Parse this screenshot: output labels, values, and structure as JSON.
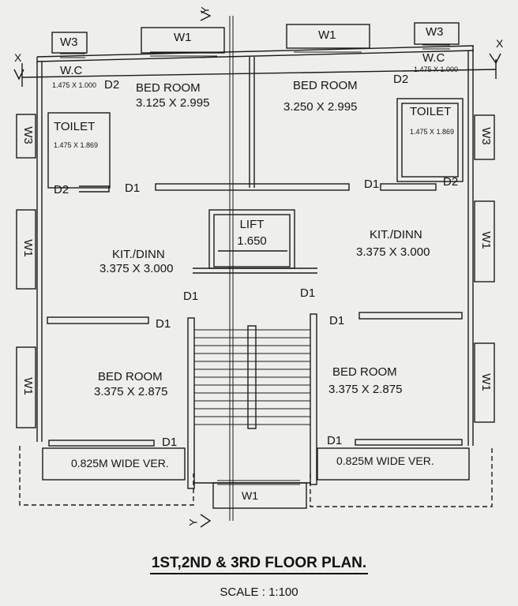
{
  "plan": {
    "title": "1ST,2ND & 3RD  FLOOR PLAN.",
    "scale": "SCALE : 1:100",
    "section_marks": {
      "x_left": "X",
      "x_right": "X",
      "y_top": "Y",
      "y_bottom": "Y"
    },
    "rooms": {
      "bed_room_tl": {
        "name": "BED ROOM",
        "size": "3.125 X 2.995"
      },
      "bed_room_tr": {
        "name": "BED ROOM",
        "size": "3.250 X 2.995"
      },
      "wc_left": {
        "name": "W.C",
        "size": "1.475 X 1.000"
      },
      "wc_right": {
        "name": "W.C",
        "size": "1.475 X 1.000"
      },
      "toilet_left": {
        "name": "TOILET",
        "size": "1.475 X 1.869"
      },
      "toilet_right": {
        "name": "TOILET",
        "size": "1.475 X 1.869"
      },
      "lift": {
        "name": "LIFT",
        "size": "1.650"
      },
      "kit_left": {
        "name": "KIT./DINN",
        "size": "3.375 X 3.000"
      },
      "kit_right": {
        "name": "KIT./DINN",
        "size": "3.375 X 3.000"
      },
      "bed_room_bl": {
        "name": "BED ROOM",
        "size": "3.375 X 2.875"
      },
      "bed_room_br": {
        "name": "BED ROOM",
        "size": "3.375 X 2.875"
      },
      "verandah_left": "0.825M WIDE VER.",
      "verandah_right": "0.825M WIDE VER."
    },
    "tags": {
      "w3": "W3",
      "w1": "W1",
      "d1": "D1",
      "d2": "D2"
    }
  }
}
